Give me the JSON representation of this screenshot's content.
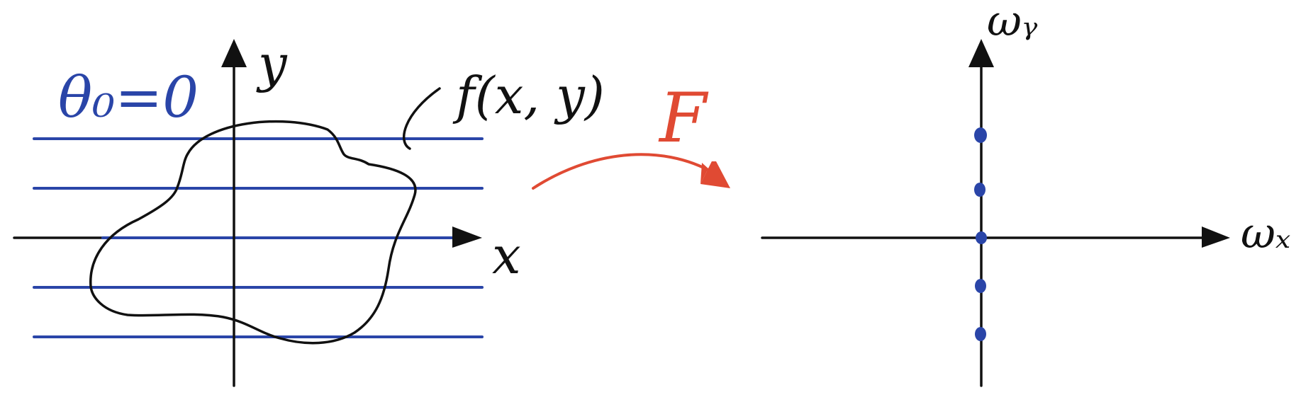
{
  "left_panel": {
    "angle_label": "θ₀=0",
    "x_axis_label": "x",
    "y_axis_label": "y",
    "function_label": "f(x, y)",
    "num_scan_lines": 5
  },
  "transform": {
    "label": "F"
  },
  "right_panel": {
    "x_axis_label": "ωₓ",
    "y_axis_label": "ωᵧ",
    "num_samples": 5
  },
  "colors": {
    "ink": "#111111",
    "scan": "#2a45a8",
    "transform": "#e04a33"
  }
}
